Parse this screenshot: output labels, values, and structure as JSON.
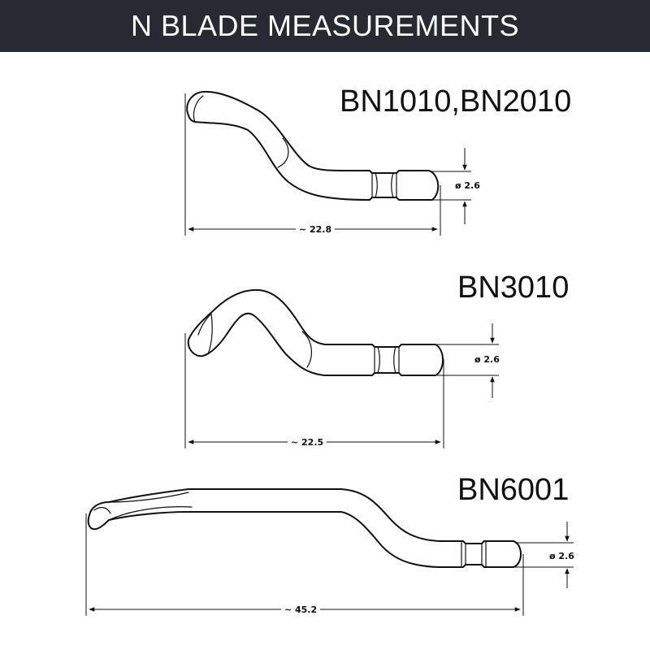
{
  "header": {
    "title": "N BLADE MEASUREMENTS"
  },
  "colors": {
    "banner_bg": "#272a33",
    "banner_text": "#ffffff",
    "line": "#111111"
  },
  "blades": [
    {
      "model": "BN1010,BN2010",
      "diameter_label": "ø 2.6",
      "length_label": "~ 22.8"
    },
    {
      "model": "BN3010",
      "diameter_label": "ø 2.6",
      "length_label": "~ 22.5"
    },
    {
      "model": "BN6001",
      "diameter_label": "ø 2.6",
      "length_label": "~ 45.2"
    }
  ]
}
